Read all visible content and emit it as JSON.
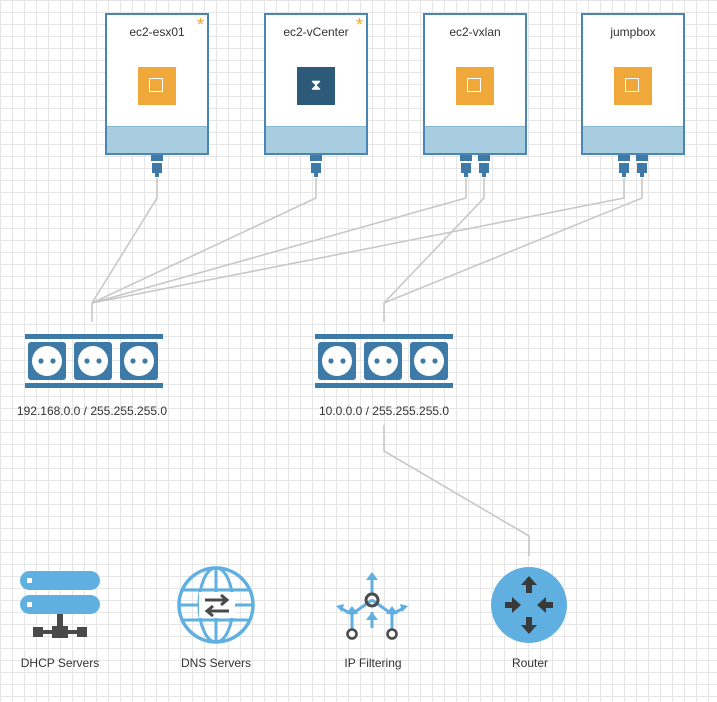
{
  "vms": [
    {
      "name": "ec2-esx01",
      "starred": true,
      "icon": "instance-icon"
    },
    {
      "name": "ec2-vCenter",
      "starred": true,
      "icon": "hourglass-icon"
    },
    {
      "name": "ec2-vxlan",
      "starred": false,
      "icon": "instance-icon"
    },
    {
      "name": "jumpbox",
      "starred": false,
      "icon": "instance-icon"
    }
  ],
  "star_glyph": "*",
  "hourglass_glyph": "⧗",
  "networks": [
    {
      "label": "192.168.0.0 / 255.255.255.0"
    },
    {
      "label": "10.0.0.0 / 255.255.255.0"
    }
  ],
  "services": [
    {
      "label": "DHCP Servers",
      "icon": "dhcp-server-icon"
    },
    {
      "label": "DNS Servers",
      "icon": "dns-globe-icon"
    },
    {
      "label": "IP Filtering",
      "icon": "ip-filtering-icon"
    },
    {
      "label": "Router",
      "icon": "router-icon"
    }
  ],
  "colors": {
    "vm_border": "#4a86b5",
    "vm_footer": "#a8cde0",
    "switch": "#3d7aa8",
    "service_blue": "#5fb0e0",
    "star": "#f0a830",
    "instance_orange": "#f0a83a",
    "connector": "#c8c8c8"
  }
}
